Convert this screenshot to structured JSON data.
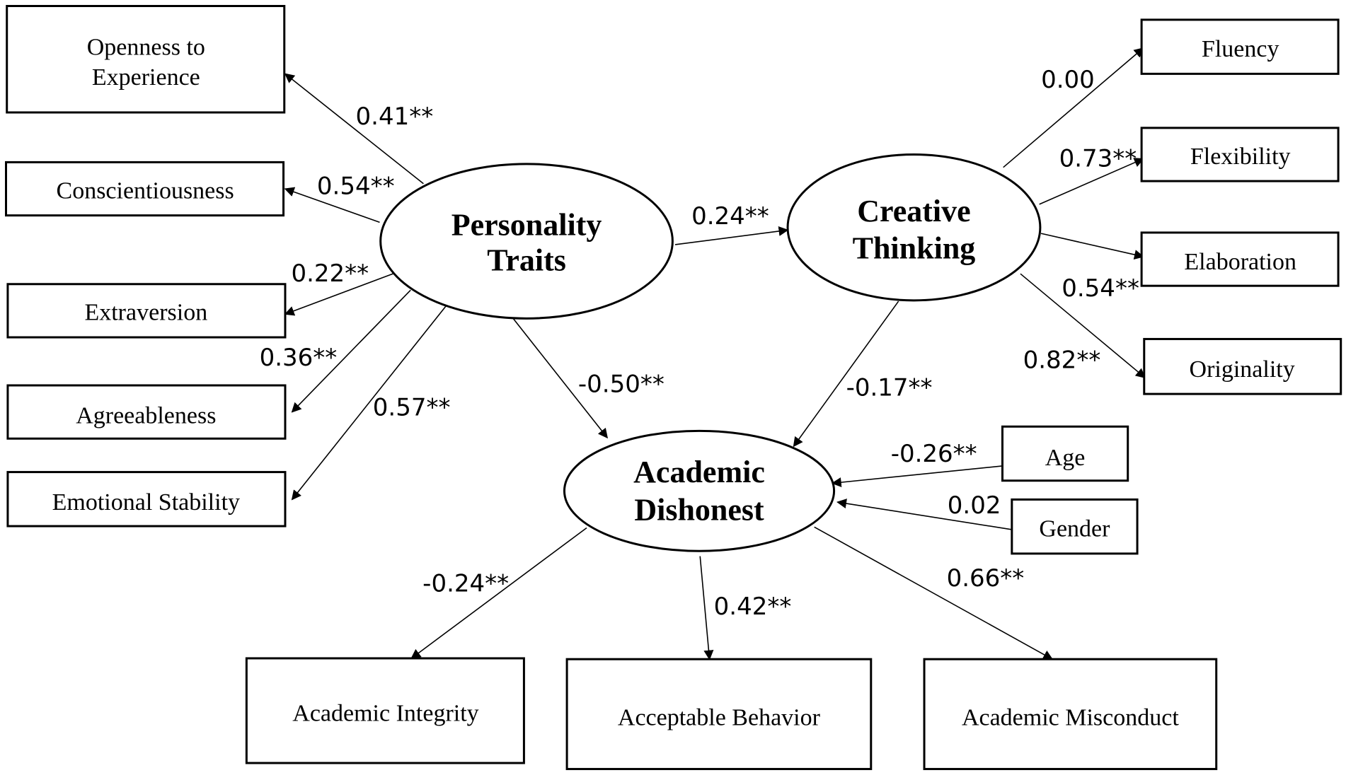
{
  "latent_variables": {
    "personality": [
      "Personality",
      "Traits"
    ],
    "creative": [
      "Creative",
      "Thinking"
    ],
    "dishonest": [
      "Academic",
      "Dishonest"
    ]
  },
  "observed_variables": {
    "openness": [
      "Openness to",
      "Experience"
    ],
    "conscientiousness": [
      "Conscientiousness"
    ],
    "extraversion": [
      "Extraversion"
    ],
    "agreeableness": [
      "Agreeableness"
    ],
    "emotional_stability": [
      "Emotional Stability"
    ],
    "fluency": [
      "Fluency"
    ],
    "flexibility": [
      "Flexibility"
    ],
    "elaboration": [
      "Elaboration"
    ],
    "originality": [
      "Originality"
    ],
    "age": [
      "Age"
    ],
    "gender": [
      "Gender"
    ],
    "academic_integrity": [
      "Academic Integrity"
    ],
    "acceptable_behavior": [
      "Acceptable Behavior"
    ],
    "academic_misconduct": [
      "Academic Misconduct"
    ]
  },
  "paths": [
    {
      "id": "pt-openness",
      "from": "personality",
      "to": "openness",
      "coefficient": "0.41**"
    },
    {
      "id": "pt-conscientiousness",
      "from": "personality",
      "to": "conscientiousness",
      "coefficient": "0.54**"
    },
    {
      "id": "pt-extraversion",
      "from": "personality",
      "to": "extraversion",
      "coefficient": "0.22**"
    },
    {
      "id": "pt-agreeableness",
      "from": "personality",
      "to": "agreeableness",
      "coefficient": "0.36**"
    },
    {
      "id": "pt-emotional-stability",
      "from": "personality",
      "to": "emotional_stability",
      "coefficient": "0.57**"
    },
    {
      "id": "pt-creative",
      "from": "personality",
      "to": "creative",
      "coefficient": "0.24**"
    },
    {
      "id": "pt-dishonest",
      "from": "personality",
      "to": "dishonest",
      "coefficient": "-0.50**"
    },
    {
      "id": "ct-fluency",
      "from": "creative",
      "to": "fluency",
      "coefficient": "0.00"
    },
    {
      "id": "ct-flexibility",
      "from": "creative",
      "to": "flexibility",
      "coefficient": "0.73**"
    },
    {
      "id": "ct-elaboration",
      "from": "creative",
      "to": "elaboration",
      "coefficient": "0.54**"
    },
    {
      "id": "ct-originality",
      "from": "creative",
      "to": "originality",
      "coefficient": "0.82**"
    },
    {
      "id": "ct-dishonest",
      "from": "creative",
      "to": "dishonest",
      "coefficient": "-0.17**"
    },
    {
      "id": "age-dishonest",
      "from": "age",
      "to": "dishonest",
      "coefficient": "-0.26**"
    },
    {
      "id": "gender-dishonest",
      "from": "gender",
      "to": "dishonest",
      "coefficient": "0.02"
    },
    {
      "id": "ad-integrity",
      "from": "dishonest",
      "to": "academic_integrity",
      "coefficient": "-0.24**"
    },
    {
      "id": "ad-acceptable",
      "from": "dishonest",
      "to": "acceptable_behavior",
      "coefficient": "0.42**"
    },
    {
      "id": "ad-misconduct",
      "from": "dishonest",
      "to": "academic_misconduct",
      "coefficient": "0.66**"
    }
  ]
}
